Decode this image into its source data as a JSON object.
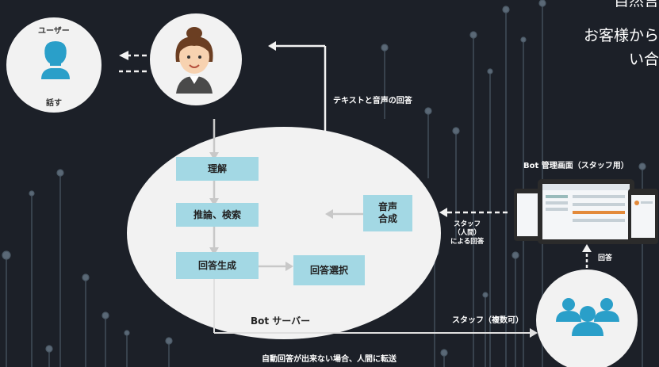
{
  "heading_lines": [
    "自然言",
    "お客様から",
    "い合"
  ],
  "user": {
    "title": "ユーザー",
    "action": "話す"
  },
  "flow": {
    "text_voice_answer": "テキストと音声の回答",
    "staff_answer": "スタッフ\n（人間）\nによる回答",
    "staff_multiple": "スタッフ（複数可）",
    "transfer_note": "自動回答が出来ない場合、人間に転送",
    "report": "回答"
  },
  "server": {
    "name": "Bot サーバー",
    "steps": {
      "understand": "理解",
      "reasoning": "推論、検索",
      "generate": "回答生成",
      "select": "回答選択",
      "synth": "音声\n合成"
    }
  },
  "admin": {
    "title": "Bot 管理画面（スタッフ用）"
  },
  "colors": {
    "background": "#1c2028",
    "box": "#a3d8e4",
    "ellipse": "#f2f2f2",
    "accent": "#2a9fc9"
  }
}
